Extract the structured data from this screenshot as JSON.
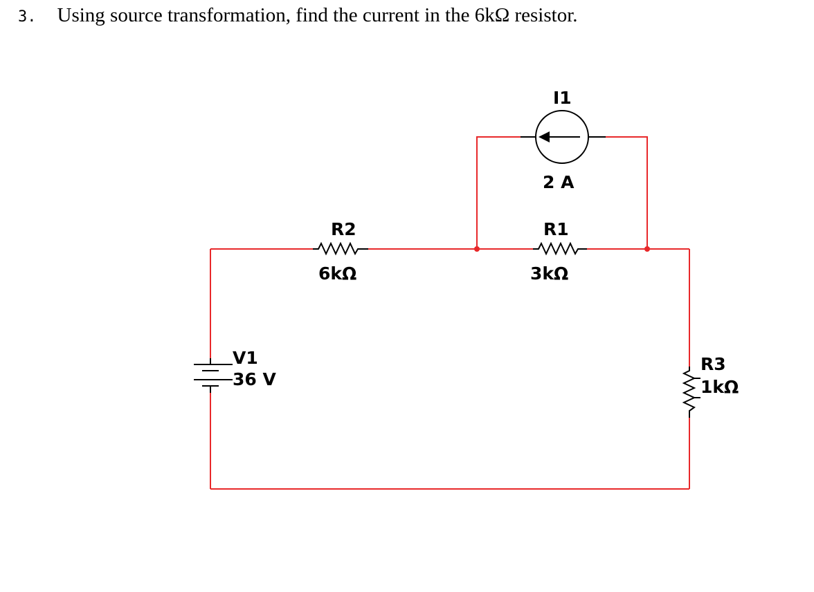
{
  "question": {
    "number": "3.",
    "text": "Using source transformation, find the current in the 6kΩ resistor."
  },
  "circuit": {
    "wire_color": "#e8282a",
    "node_color": "#e8282a",
    "components": {
      "V1": {
        "name": "V1",
        "value": "36 V",
        "type": "dc-voltage-source"
      },
      "R2": {
        "name": "R2",
        "value": "6kΩ",
        "type": "resistor"
      },
      "R1": {
        "name": "R1",
        "value": "3kΩ",
        "type": "resistor"
      },
      "R3": {
        "name": "R3",
        "value": "1kΩ",
        "type": "resistor"
      },
      "I1": {
        "name": "I1",
        "value": "2 A",
        "type": "dc-current-source",
        "arrow_direction": "left"
      }
    }
  }
}
